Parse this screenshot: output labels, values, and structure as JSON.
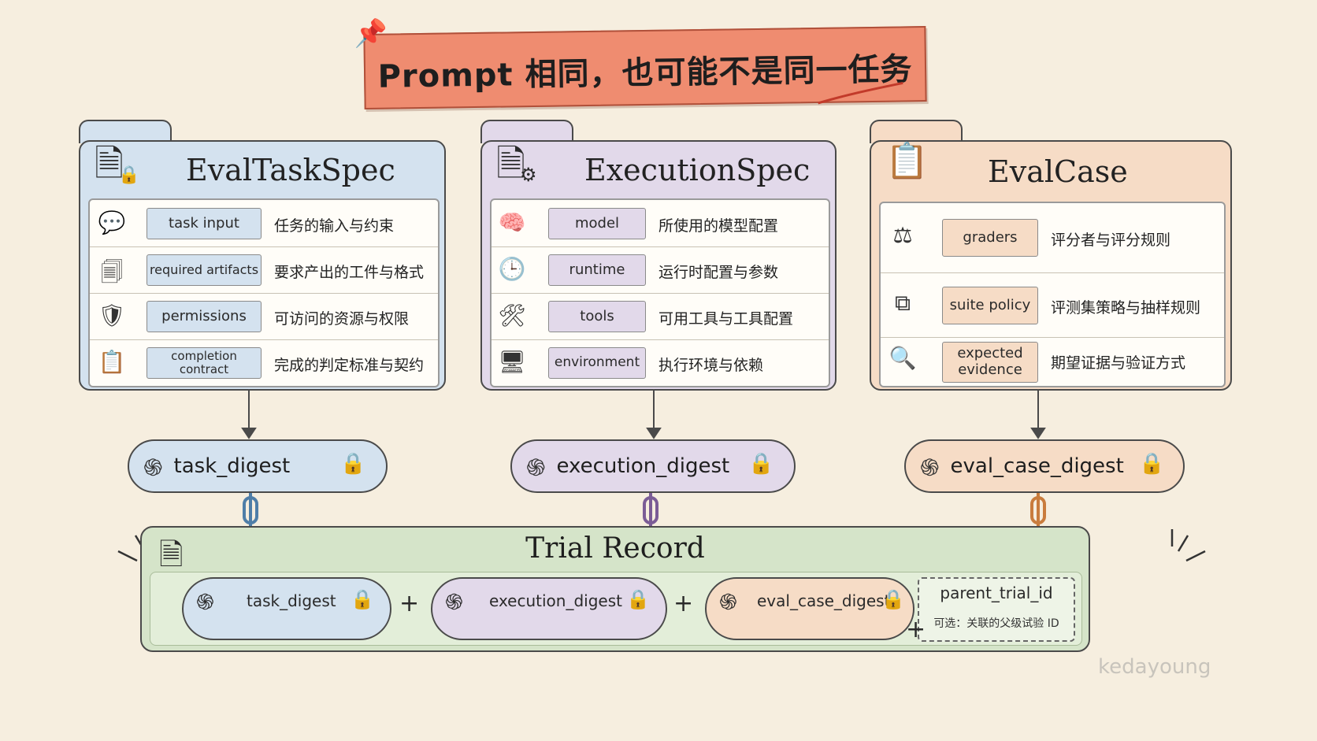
{
  "title": "Prompt 相同，也可能不是同一任务",
  "colors": {
    "background": "#f6eedf",
    "banner": "#ef8c70",
    "task_blue": "#d4e2ef",
    "exec_purple": "#e2d9ea",
    "case_orange": "#f6dcc6",
    "trial_green": "#d5e4c9"
  },
  "specs": [
    {
      "title": "EvalTaskSpec",
      "icon": "document-lock-icon",
      "rows": [
        {
          "icon": "speech-bubble-icon",
          "tag": "task input",
          "desc": "任务的输入与约束"
        },
        {
          "icon": "documents-stack-icon",
          "tag": "required artifacts",
          "desc": "要求产出的工件与格式"
        },
        {
          "icon": "shield-lock-icon",
          "tag": "permissions",
          "desc": "可访问的资源与权限"
        },
        {
          "icon": "clipboard-checklist-icon",
          "tag": "completion contract",
          "desc": "完成的判定标准与契约"
        }
      ],
      "digest": "task_digest"
    },
    {
      "title": "ExecutionSpec",
      "icon": "document-gear-icon",
      "rows": [
        {
          "icon": "brain-circuit-icon",
          "tag": "model",
          "desc": "所使用的模型配置"
        },
        {
          "icon": "clock-icon",
          "tag": "runtime",
          "desc": "运行时配置与参数"
        },
        {
          "icon": "wrench-screwdriver-icon",
          "tag": "tools",
          "desc": "可用工具与工具配置"
        },
        {
          "icon": "monitor-icon",
          "tag": "environment",
          "desc": "执行环境与依赖"
        }
      ],
      "digest": "execution_digest"
    },
    {
      "title": "EvalCase",
      "icon": "clipboard-checklist-icon",
      "rows": [
        {
          "icon": "scales-icon",
          "tag": "graders",
          "desc": "评分者与评分规则"
        },
        {
          "icon": "blocks-icon",
          "tag": "suite policy",
          "desc": "评测集策略与抽样规则"
        },
        {
          "icon": "document-magnifier-icon",
          "tag": "expected evidence",
          "desc": "期望证据与验证方式"
        }
      ],
      "digest": "eval_case_digest"
    }
  ],
  "trial": {
    "title": "Trial Record",
    "items": [
      "task_digest",
      "execution_digest",
      "eval_case_digest"
    ],
    "plus": "+",
    "parent_title": "parent_trial_id",
    "parent_note": "可选：关联的父级试验 ID"
  },
  "watermark": "kedayoung"
}
